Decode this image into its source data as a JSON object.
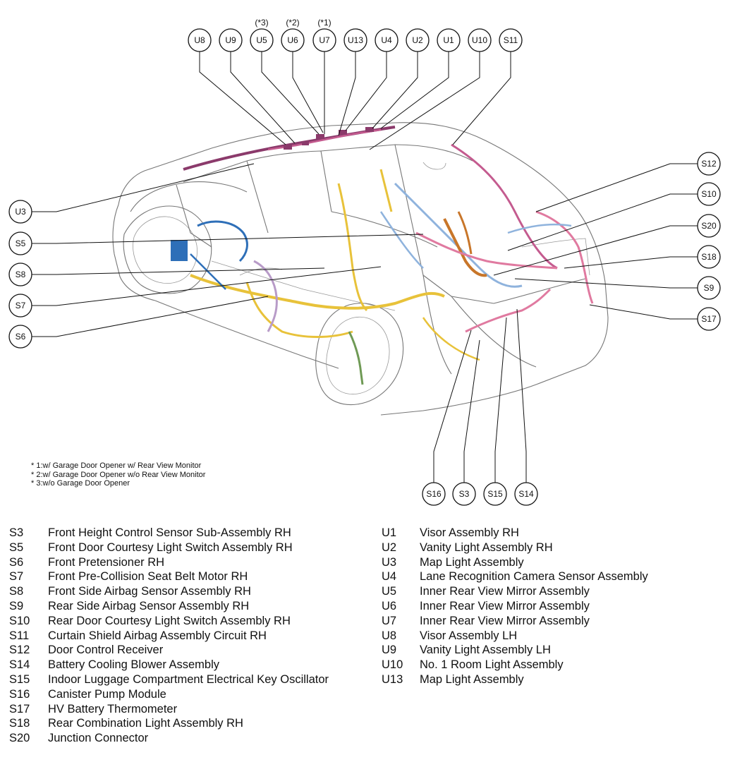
{
  "top_callouts": [
    {
      "code": "U8"
    },
    {
      "code": "U9"
    },
    {
      "code": "U5",
      "note": "(*3)"
    },
    {
      "code": "U6",
      "note": "(*2)"
    },
    {
      "code": "U7",
      "note": "(*1)"
    },
    {
      "code": "U13"
    },
    {
      "code": "U4"
    },
    {
      "code": "U2"
    },
    {
      "code": "U1"
    },
    {
      "code": "U10"
    },
    {
      "code": "S11"
    }
  ],
  "left_callouts": [
    {
      "code": "U3"
    },
    {
      "code": "S5"
    },
    {
      "code": "S8"
    },
    {
      "code": "S7"
    },
    {
      "code": "S6"
    }
  ],
  "right_callouts": [
    {
      "code": "S12"
    },
    {
      "code": "S10"
    },
    {
      "code": "S20"
    },
    {
      "code": "S18"
    },
    {
      "code": "S9"
    },
    {
      "code": "S17"
    }
  ],
  "bottom_callouts": [
    {
      "code": "S16"
    },
    {
      "code": "S3"
    },
    {
      "code": "S15"
    },
    {
      "code": "S14"
    }
  ],
  "footnotes": [
    "* 1:w/ Garage Door Opener w/ Rear View Monitor",
    "* 2:w/ Garage Door Opener w/o Rear View Monitor",
    "* 3:w/o Garage Door Opener"
  ],
  "legend_left": [
    {
      "code": "S3",
      "name": "Front Height Control Sensor Sub-Assembly RH"
    },
    {
      "code": "S5",
      "name": "Front Door Courtesy Light Switch Assembly RH"
    },
    {
      "code": "S6",
      "name": "Front Pretensioner RH"
    },
    {
      "code": "S7",
      "name": "Front Pre-Collision Seat Belt Motor RH"
    },
    {
      "code": "S8",
      "name": "Front Side Airbag Sensor Assembly RH"
    },
    {
      "code": "S9",
      "name": "Rear Side Airbag Sensor Assembly RH"
    },
    {
      "code": "S10",
      "name": "Rear Door Courtesy Light Switch Assembly RH"
    },
    {
      "code": "S11",
      "name": "Curtain Shield Airbag Assembly Circuit RH"
    },
    {
      "code": "S12",
      "name": "Door Control Receiver"
    },
    {
      "code": "S14",
      "name": "Battery Cooling Blower Assembly"
    },
    {
      "code": "S15",
      "name": "Indoor Luggage Compartment Electrical Key Oscillator"
    },
    {
      "code": "S16",
      "name": "Canister Pump Module"
    },
    {
      "code": "S17",
      "name": "HV Battery Thermometer"
    },
    {
      "code": "S18",
      "name": "Rear Combination Light Assembly RH"
    },
    {
      "code": "S20",
      "name": "Junction Connector"
    }
  ],
  "legend_right": [
    {
      "code": "U1",
      "name": "Visor Assembly RH"
    },
    {
      "code": "U2",
      "name": "Vanity Light Assembly RH"
    },
    {
      "code": "U3",
      "name": "Map Light Assembly"
    },
    {
      "code": "U4",
      "name": "Lane Recognition Camera Sensor Assembly"
    },
    {
      "code": "U5",
      "name": "Inner Rear View Mirror Assembly"
    },
    {
      "code": "U6",
      "name": "Inner Rear View Mirror Assembly"
    },
    {
      "code": "U7",
      "name": "Inner Rear View Mirror Assembly"
    },
    {
      "code": "U8",
      "name": "Visor Assembly LH"
    },
    {
      "code": "U9",
      "name": "Vanity Light Assembly LH"
    },
    {
      "code": "U10",
      "name": "No. 1 Room Light Assembly"
    },
    {
      "code": "U13",
      "name": "Map Light Assembly"
    }
  ],
  "colors": {
    "harness_purple": "#8b3a6b",
    "harness_pink": "#e07aa0",
    "harness_yellow": "#e8c23a",
    "harness_blue": "#2e6fb8",
    "harness_lightblue": "#8fb3dd",
    "harness_orange": "#c8762a",
    "harness_green": "#6f9a55",
    "harness_lilac": "#b89bc8",
    "body_line": "#777777"
  }
}
